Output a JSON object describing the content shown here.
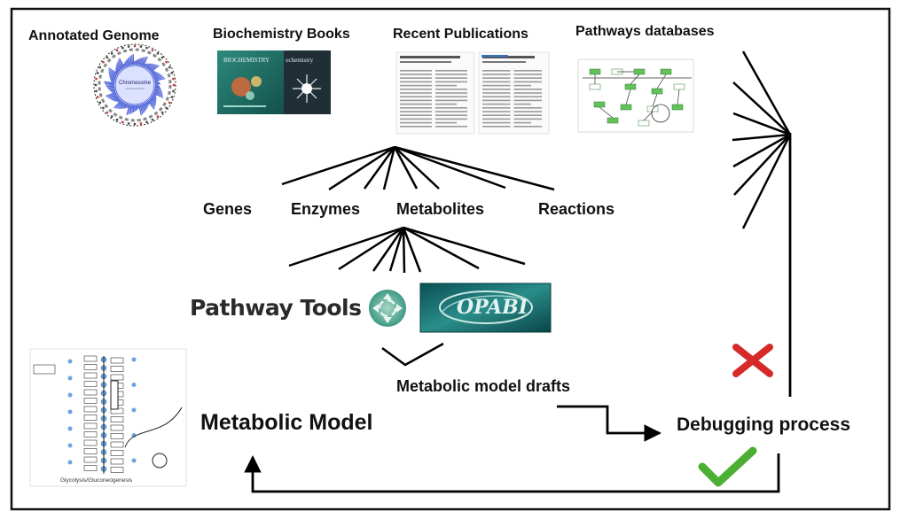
{
  "sources": {
    "annotated_genome": "Annotated Genome",
    "genome_center_label": "Chromosome",
    "biochemistry_books": "Biochemistry Books",
    "book1_cover_title": "BIOCHEMISTRY",
    "book2_cover_title": "ochemistry",
    "recent_publications": "Recent Publications",
    "pathways_databases": "Pathways databases"
  },
  "entities": {
    "genes": "Genes",
    "enzymes": "Enzymes",
    "metabolites": "Metabolites",
    "reactions": "Reactions"
  },
  "tools": {
    "pathway_tools": "Pathway Tools",
    "opabi": "OPABI"
  },
  "outputs": {
    "drafts": "Metabolic model drafts",
    "debugging": "Debugging process",
    "model": "Metabolic Model"
  },
  "glycolysis_caption": "Glycolysis/Gluconeogenesis",
  "colors": {
    "frame": "#111111",
    "lines": "#000000",
    "genome_ring": "#4f63d8",
    "book1_bg": "#1e6b63",
    "book2_bg": "#1f2f35",
    "db_box": "#64c15a",
    "node_blue": "#6fa3e0",
    "opabi_bg": "#0e5c5b",
    "cross": "#d62a2a",
    "check": "#4caf33"
  }
}
